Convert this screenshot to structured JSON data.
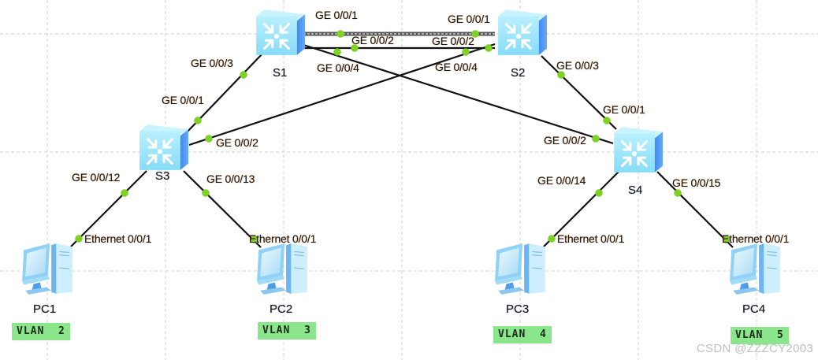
{
  "diagram": {
    "type": "network-topology",
    "switches": [
      {
        "id": "S1",
        "label": "S1"
      },
      {
        "id": "S2",
        "label": "S2"
      },
      {
        "id": "S3",
        "label": "S3"
      },
      {
        "id": "S4",
        "label": "S4"
      }
    ],
    "pcs": [
      {
        "id": "PC1",
        "label": "PC1",
        "vlan": "VLAN  2"
      },
      {
        "id": "PC2",
        "label": "PC2",
        "vlan": "VLAN  3"
      },
      {
        "id": "PC3",
        "label": "PC3",
        "vlan": "VLAN  4"
      },
      {
        "id": "PC4",
        "label": "PC4",
        "vlan": "VLAN  5"
      }
    ],
    "links": [
      {
        "from": "S1",
        "from_port": "GE 0/0/1",
        "to": "S2",
        "to_port": "GE 0/0/1",
        "style": "trunk"
      },
      {
        "from": "S1",
        "from_port": "GE 0/0/2",
        "to": "S2",
        "to_port": "GE 0/0/2",
        "style": "solid"
      },
      {
        "from": "S1",
        "from_port": "GE 0/0/3",
        "to": "S3",
        "to_port": "GE 0/0/1",
        "style": "solid"
      },
      {
        "from": "S1",
        "from_port": "GE 0/0/4",
        "to": "S4",
        "to_port": "GE 0/0/2",
        "style": "solid"
      },
      {
        "from": "S2",
        "from_port": "GE 0/0/3",
        "to": "S4",
        "to_port": "GE 0/0/1",
        "style": "solid"
      },
      {
        "from": "S2",
        "from_port": "GE 0/0/4",
        "to": "S3",
        "to_port": "GE 0/0/2",
        "style": "solid"
      },
      {
        "from": "S3",
        "from_port": "GE 0/0/12",
        "to": "PC1",
        "to_port": "Ethernet 0/0/1",
        "style": "solid"
      },
      {
        "from": "S3",
        "from_port": "GE 0/0/13",
        "to": "PC2",
        "to_port": "Ethernet 0/0/1",
        "style": "solid"
      },
      {
        "from": "S4",
        "from_port": "GE 0/0/14",
        "to": "PC3",
        "to_port": "Ethernet 0/0/1",
        "style": "solid"
      },
      {
        "from": "S4",
        "from_port": "GE 0/0/15",
        "to": "PC4",
        "to_port": "Ethernet 0/0/1",
        "style": "solid"
      }
    ],
    "port_labels": {
      "s1_ge001": "GE 0/0/1",
      "s1_ge002": "GE 0/0/2",
      "s1_ge003": "GE 0/0/3",
      "s1_ge004": "GE 0/0/4",
      "s2_ge001": "GE 0/0/1",
      "s2_ge002": "GE 0/0/2",
      "s2_ge003": "GE 0/0/3",
      "s2_ge004": "GE 0/0/4",
      "s3_ge001": "GE 0/0/1",
      "s3_ge002": "GE 0/0/2",
      "s3_ge0012": "GE 0/0/12",
      "s3_ge0013": "GE 0/0/13",
      "s4_ge001": "GE 0/0/1",
      "s4_ge002": "GE 0/0/2",
      "s4_ge0014": "GE 0/0/14",
      "s4_ge0015": "GE 0/0/15",
      "pc1_eth": "Ethernet 0/0/1",
      "pc2_eth": "Ethernet 0/0/1",
      "pc3_eth": "Ethernet 0/0/1",
      "pc4_eth": "Ethernet 0/0/1"
    },
    "colors": {
      "port_status": "#7ed321",
      "vlan_tag": "#8be58b",
      "link": "#111111",
      "grid": "#d2d2d2"
    }
  },
  "watermark": "CSDN @ZZZCY2003"
}
